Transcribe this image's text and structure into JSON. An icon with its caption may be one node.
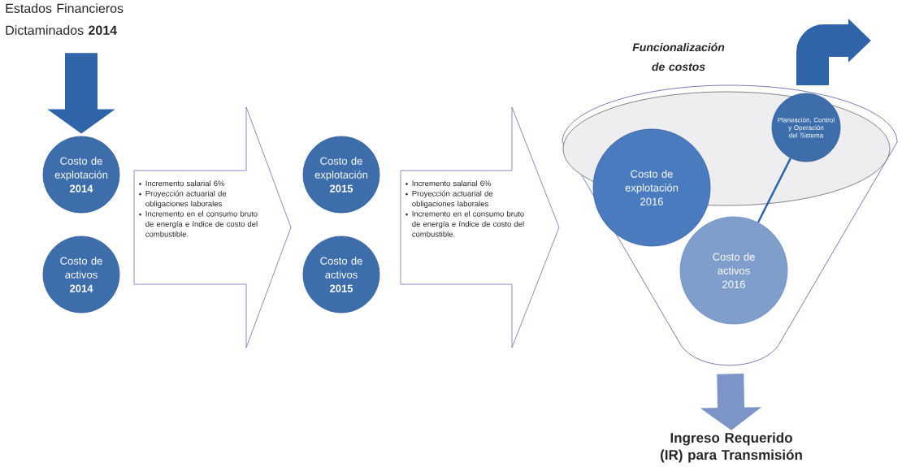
{
  "diagram": {
    "nodes": [
      {
        "text": [
          "Estados Financieros Dictaminados **2014**"
        ]
      },
      {
        "text": [
          "Costo de explotación **2014**"
        ]
      },
      {
        "text": [
          "Costo de activos **2014**"
        ]
      },
      {
        "text": [
          "Incremento salarial 6%",
          "Proyección actuarial de obligaciones laborales",
          "Incremento en el consumo bruto de energía e índice de costo del combustible."
        ]
      },
      {
        "text": [
          "Costo de explotación **2015**"
        ]
      },
      {
        "text": [
          "Costo de activos **2015**"
        ]
      },
      {
        "text": [
          "Incremento salarial 6%",
          "Proyección actuarial de obligaciones laborales",
          "Incremento en el consumo bruto de energía e índice de costo del combustible."
        ]
      },
      {
        "text": [
          "Funcionalización de costos"
        ]
      },
      {
        "text": [
          "Costo de explotación 2016"
        ],
        "in": 7
      },
      {
        "text": [
          "Planeación, Control y Operación del Sistema"
        ],
        "in": 7
      },
      {
        "text": [
          "Costo de activos 2016"
        ],
        "in": 7
      },
      {
        "text": [
          "Ingreso Requerido (IR) para Transmisión"
        ]
      }
    ],
    "edges": [
      {
        "from": 0,
        "to": 1,
        "arrow": "to"
      },
      {
        "from": 9,
        "to": 10,
        "arrow": "none"
      },
      {
        "from": 7,
        "to": null,
        "arrow": "to"
      },
      {
        "from": 7,
        "to": 11,
        "arrow": "to",
        "color": "#7d95c6"
      }
    ]
  }
}
